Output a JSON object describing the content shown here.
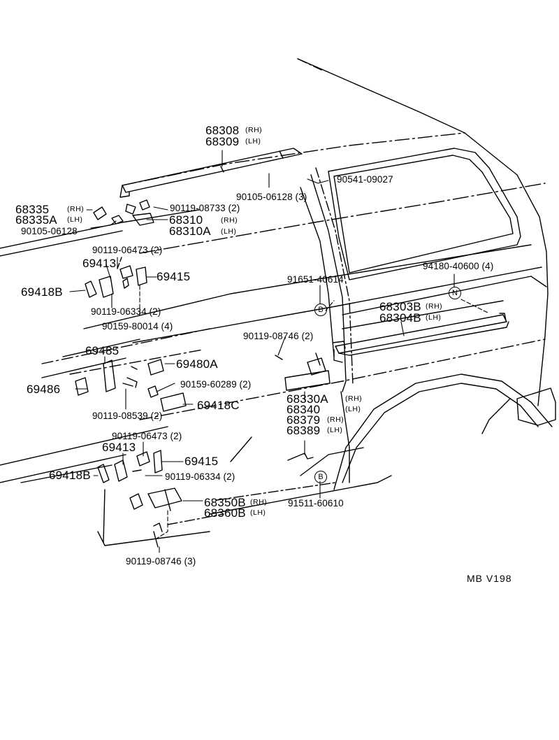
{
  "callouts": {
    "p68308": "68308",
    "p68309": "68309",
    "rh": "(RH)",
    "lh": "(LH)",
    "p90541": "90541-09027",
    "p90105_3": "90105-06128 (3)",
    "p90119_08733": "90119-08733 (2)",
    "p68335": "68335",
    "p68335A": "68335A",
    "p90105": "90105-06128",
    "p68310": "68310",
    "p68310A": "68310A",
    "p90119_06473a": "90119-06473 (2)",
    "p69413a": "69413",
    "p69415a": "69415",
    "p69418B_a": "69418B",
    "p90119_06334a": "90119-06334 (2)",
    "p90159_80014": "90159-80014 (4)",
    "p91651": "91651-40614",
    "p94180": "94180-40600 (4)",
    "p68303B": "68303B",
    "p68304B": "68304B",
    "p90119_08746_2": "90119-08746 (2)",
    "p69485": "69485",
    "p69480A": "69480A",
    "p69486": "69486",
    "p90159_60289": "90159-60289 (2)",
    "p68330A": "68330A",
    "p68340": "68340",
    "p68379": "68379",
    "p68389": "68389",
    "p69418C": "69418C",
    "p90119_08539": "90119-08539 (2)",
    "p90119_06473b": "90119-06473 (2)",
    "p69413b": "69413",
    "p69415b": "69415",
    "p69418B_b": "69418B",
    "p90119_06334b": "90119-06334 (2)",
    "p68350B": "68350B",
    "p68360B": "68360B",
    "p91511": "91511-60610",
    "p90119_08746_3": "90119-08746 (3)"
  },
  "markers": {
    "b": "B",
    "n": "N"
  },
  "footer": {
    "code": "MB  V198"
  }
}
